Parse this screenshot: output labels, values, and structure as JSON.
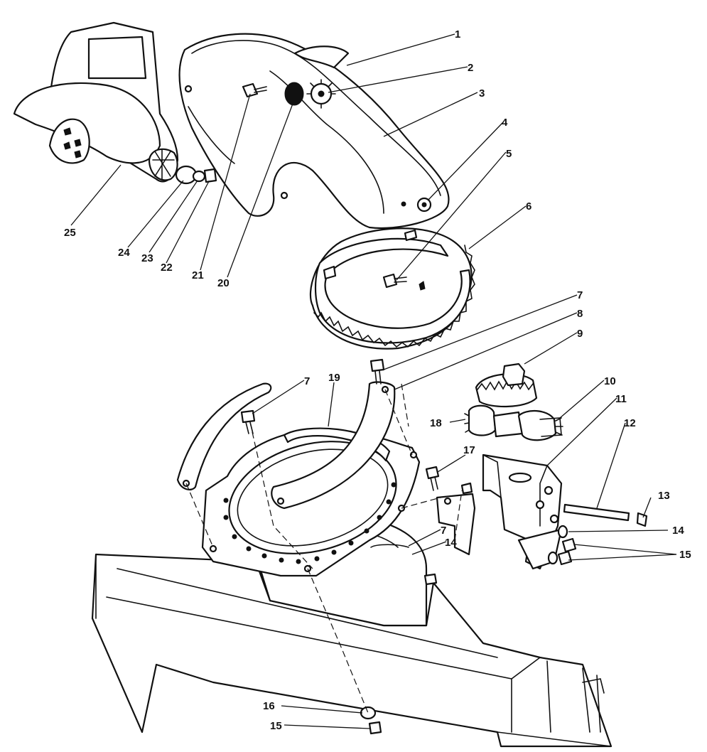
{
  "diagram": {
    "callouts": [
      {
        "id": "c1",
        "label": "1"
      },
      {
        "id": "c2",
        "label": "2"
      },
      {
        "id": "c3",
        "label": "3"
      },
      {
        "id": "c4",
        "label": "4"
      },
      {
        "id": "c5",
        "label": "5"
      },
      {
        "id": "c6",
        "label": "6"
      },
      {
        "id": "c7a",
        "label": "7"
      },
      {
        "id": "c8",
        "label": "8"
      },
      {
        "id": "c9",
        "label": "9"
      },
      {
        "id": "c10",
        "label": "10"
      },
      {
        "id": "c11",
        "label": "11"
      },
      {
        "id": "c12",
        "label": "12"
      },
      {
        "id": "c7b",
        "label": "7"
      },
      {
        "id": "c19",
        "label": "19"
      },
      {
        "id": "c18",
        "label": "18"
      },
      {
        "id": "c17",
        "label": "17"
      },
      {
        "id": "c13",
        "label": "13"
      },
      {
        "id": "c14a",
        "label": "14"
      },
      {
        "id": "c15a",
        "label": "15"
      },
      {
        "id": "c7c",
        "label": "7"
      },
      {
        "id": "c14b",
        "label": "14"
      },
      {
        "id": "c16",
        "label": "16"
      },
      {
        "id": "c15b",
        "label": "15"
      },
      {
        "id": "c25",
        "label": "25"
      },
      {
        "id": "c24",
        "label": "24"
      },
      {
        "id": "c23",
        "label": "23"
      },
      {
        "id": "c22",
        "label": "22"
      },
      {
        "id": "c21",
        "label": "21"
      },
      {
        "id": "c20",
        "label": "20"
      }
    ]
  }
}
